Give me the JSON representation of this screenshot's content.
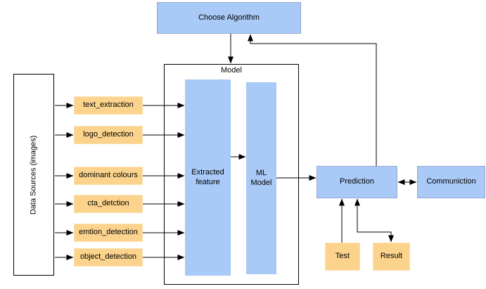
{
  "nodes": {
    "choose_algorithm": "Choose Algorithm",
    "data_sources": "Data Sources (images)",
    "model": "Model",
    "extracted_feature": "Extracted feature",
    "ml_model": "ML Model",
    "prediction": "Prediction",
    "communication": "Communiction",
    "test": "Test",
    "result": "Result"
  },
  "features": [
    {
      "label": "text_extraction"
    },
    {
      "label": "logo_detection"
    },
    {
      "label": "dominant colours"
    },
    {
      "label": "cta_detction"
    },
    {
      "label": "emtion_detection"
    },
    {
      "label": "object_detection"
    }
  ],
  "colors": {
    "node_blue": "#a9c9f7",
    "node_orange": "#fbd38d",
    "connector": "#000000",
    "background": "#ffffff"
  }
}
